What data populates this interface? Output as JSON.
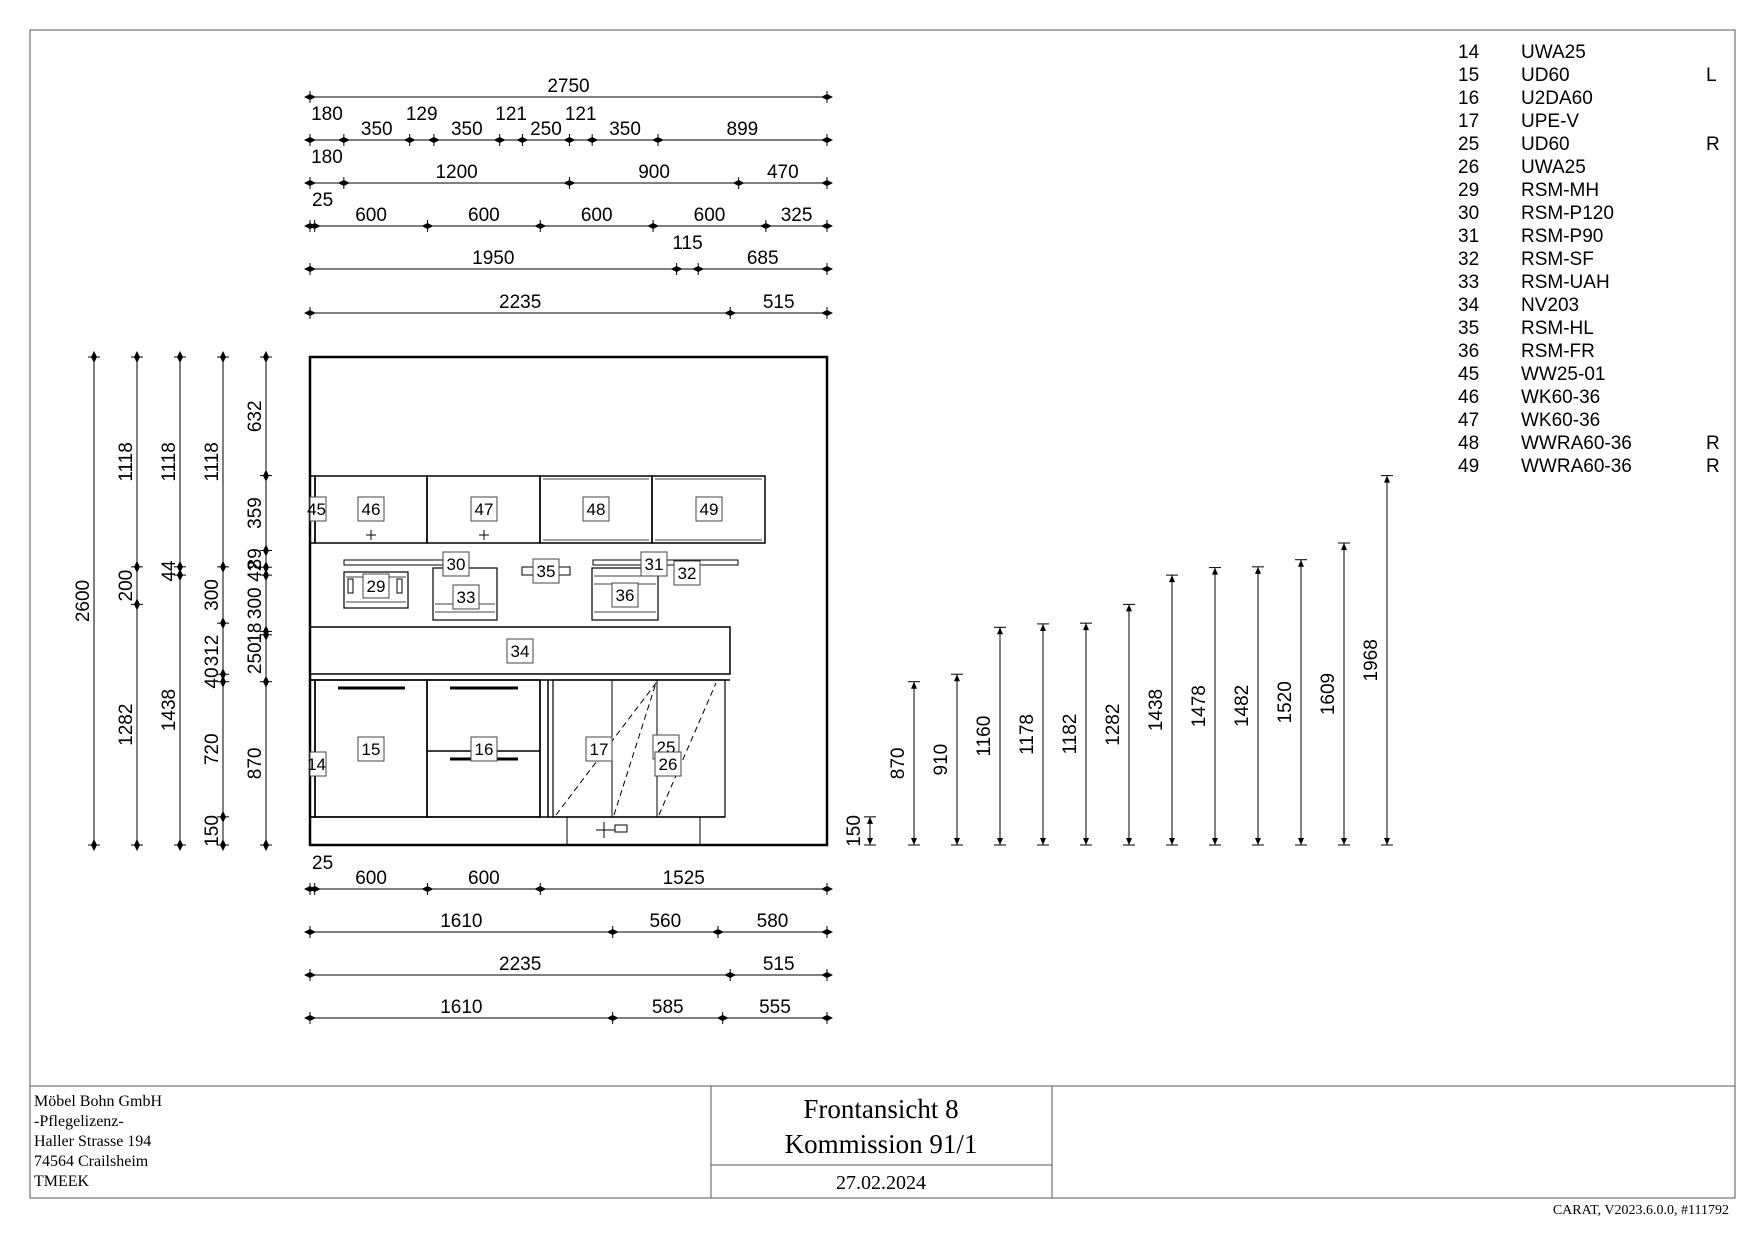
{
  "parts_list": [
    {
      "no": "14",
      "code": "UWA25",
      "side": ""
    },
    {
      "no": "15",
      "code": "UD60",
      "side": "L"
    },
    {
      "no": "16",
      "code": "U2DA60",
      "side": ""
    },
    {
      "no": "17",
      "code": "UPE-V",
      "side": ""
    },
    {
      "no": "25",
      "code": "UD60",
      "side": "R"
    },
    {
      "no": "26",
      "code": "UWA25",
      "side": ""
    },
    {
      "no": "29",
      "code": "RSM-MH",
      "side": ""
    },
    {
      "no": "30",
      "code": "RSM-P120",
      "side": ""
    },
    {
      "no": "31",
      "code": "RSM-P90",
      "side": ""
    },
    {
      "no": "32",
      "code": "RSM-SF",
      "side": ""
    },
    {
      "no": "33",
      "code": "RSM-UAH",
      "side": ""
    },
    {
      "no": "34",
      "code": "NV203",
      "side": ""
    },
    {
      "no": "35",
      "code": "RSM-HL",
      "side": ""
    },
    {
      "no": "36",
      "code": "RSM-FR",
      "side": ""
    },
    {
      "no": "45",
      "code": "WW25-01",
      "side": ""
    },
    {
      "no": "46",
      "code": "WK60-36",
      "side": ""
    },
    {
      "no": "47",
      "code": "WK60-36",
      "side": ""
    },
    {
      "no": "48",
      "code": "WWRA60-36",
      "side": "R"
    },
    {
      "no": "49",
      "code": "WWRA60-36",
      "side": "R"
    }
  ],
  "top_dims": [
    {
      "label": "2750",
      "ticks": [
        0,
        2750
      ],
      "labels": [
        {
          "t": "2750",
          "at": 1375
        }
      ]
    },
    {
      "label": "180 350 129 350 121 250 121 350 899",
      "ticks": [
        0,
        180,
        530,
        659,
        1009,
        1130,
        1380,
        1501,
        1851,
        2750
      ],
      "labels": [
        {
          "t": "180",
          "at": 90,
          "above": true
        },
        {
          "t": "350",
          "at": 355
        },
        {
          "t": "129",
          "at": 594,
          "above": true
        },
        {
          "t": "350",
          "at": 834
        },
        {
          "t": "121",
          "at": 1070,
          "above": true
        },
        {
          "t": "250",
          "at": 1255
        },
        {
          "t": "121",
          "at": 1440,
          "above": true
        },
        {
          "t": "350",
          "at": 1676
        },
        {
          "t": "899",
          "at": 2300
        }
      ]
    },
    {
      "label": "180 1200 900 470",
      "ticks": [
        0,
        180,
        1380,
        2280,
        2750
      ],
      "labels": [
        {
          "t": "180",
          "at": 90,
          "above": true
        },
        {
          "t": "1200",
          "at": 780
        },
        {
          "t": "900",
          "at": 1830
        },
        {
          "t": "470",
          "at": 2515
        }
      ]
    },
    {
      "label": "25 600 600 600 600 325",
      "ticks": [
        0,
        25,
        625,
        1225,
        1825,
        2425,
        2750
      ],
      "labels": [
        {
          "t": "25",
          "at": 0,
          "above": true
        },
        {
          "t": "600",
          "at": 325
        },
        {
          "t": "600",
          "at": 925
        },
        {
          "t": "600",
          "at": 1525
        },
        {
          "t": "600",
          "at": 2125
        },
        {
          "t": "325",
          "at": 2588
        }
      ]
    },
    {
      "label": "1950 115 685",
      "ticks": [
        0,
        1950,
        2065,
        2750
      ],
      "labels": [
        {
          "t": "1950",
          "at": 975
        },
        {
          "t": "115",
          "at": 2008,
          "above": true
        },
        {
          "t": "685",
          "at": 2408
        }
      ]
    },
    {
      "label": "2235 515",
      "ticks": [
        0,
        2235,
        2750
      ],
      "labels": [
        {
          "t": "2235",
          "at": 1118
        },
        {
          "t": "515",
          "at": 2493
        }
      ]
    }
  ],
  "bottom_dims": [
    {
      "label": "25 600 600 1525",
      "ticks": [
        0,
        25,
        625,
        1225,
        2750
      ],
      "labels": [
        {
          "t": "25",
          "at": 0,
          "above": true
        },
        {
          "t": "600",
          "at": 325
        },
        {
          "t": "600",
          "at": 925
        },
        {
          "t": "1525",
          "at": 1988
        }
      ]
    },
    {
      "label": "1610 560 580",
      "ticks": [
        0,
        1610,
        2170,
        2750
      ],
      "labels": [
        {
          "t": "1610",
          "at": 805
        },
        {
          "t": "560",
          "at": 1890
        },
        {
          "t": "580",
          "at": 2460
        }
      ]
    },
    {
      "label": "2235 515",
      "ticks": [
        0,
        2235,
        2750
      ],
      "labels": [
        {
          "t": "2235",
          "at": 1118
        },
        {
          "t": "515",
          "at": 2493
        }
      ]
    },
    {
      "label": "1610 585 555",
      "ticks": [
        0,
        1610,
        2195,
        2750
      ],
      "labels": [
        {
          "t": "1610",
          "at": 805
        },
        {
          "t": "585",
          "at": 1903
        },
        {
          "t": "555",
          "at": 2473
        }
      ]
    }
  ],
  "left_dims": [
    {
      "label": "2600",
      "ticks": [
        0,
        2600
      ],
      "labels": [
        {
          "t": "2600",
          "at": 1300
        }
      ]
    },
    {
      "label": "1282 200 1118",
      "ticks": [
        0,
        1282,
        1482,
        2600
      ],
      "labels": [
        {
          "t": "1282",
          "at": 641
        },
        {
          "t": "200",
          "at": 1382
        },
        {
          "t": "1118",
          "at": 2041
        }
      ]
    },
    {
      "label": "1438 44 1118",
      "ticks": [
        0,
        1438,
        1482,
        2600
      ],
      "labels": [
        {
          "t": "1438",
          "at": 719
        },
        {
          "t": "44",
          "at": 1460
        },
        {
          "t": "1118",
          "at": 2041
        }
      ]
    },
    {
      "label": "150 720 40 312 300 1118",
      "ticks": [
        0,
        150,
        870,
        910,
        1182,
        1482,
        2600
      ],
      "labels": [
        {
          "t": "150",
          "at": 75
        },
        {
          "t": "720",
          "at": 510
        },
        {
          "t": "40",
          "at": 890
        },
        {
          "t": "312",
          "at": 1036
        },
        {
          "t": "300",
          "at": 1332
        },
        {
          "t": "1118",
          "at": 2041
        }
      ]
    },
    {
      "label": "870 250 18 300 42 89 359 632",
      "ticks": [
        0,
        870,
        1120,
        1138,
        1438,
        1480,
        1569,
        1968,
        2600
      ],
      "labels": [
        {
          "t": "870",
          "at": 435
        },
        {
          "t": "250",
          "at": 995
        },
        {
          "t": "18",
          "at": 1129
        },
        {
          "t": "300",
          "at": 1288
        },
        {
          "t": "42",
          "at": 1459
        },
        {
          "t": "89",
          "at": 1525
        },
        {
          "t": "359",
          "at": 1769
        },
        {
          "t": "632",
          "at": 2284
        }
      ]
    }
  ],
  "height_dims": [
    {
      "label": "150",
      "value": 150
    },
    {
      "label": "870",
      "value": 870
    },
    {
      "label": "910",
      "value": 910
    },
    {
      "label": "1160",
      "value": 1160
    },
    {
      "label": "1178",
      "value": 1178
    },
    {
      "label": "1182",
      "value": 1182
    },
    {
      "label": "1282",
      "value": 1282
    },
    {
      "label": "1438",
      "value": 1438
    },
    {
      "label": "1478",
      "value": 1478
    },
    {
      "label": "1482",
      "value": 1482
    },
    {
      "label": "1520",
      "value": 1520
    },
    {
      "label": "1609",
      "value": 1609
    },
    {
      "label": "1968",
      "value": 1968
    }
  ],
  "item_tags": [
    "45",
    "46",
    "47",
    "48",
    "49",
    "30",
    "35",
    "31",
    "32",
    "29",
    "33",
    "36",
    "34",
    "14",
    "15",
    "16",
    "17",
    "25",
    "26"
  ],
  "title_block": {
    "company_lines": [
      "Möbel Bohn GmbH",
      "-Pflegelizenz-",
      "Haller Strasse 194",
      "74564 Crailsheim",
      "TMEEK"
    ],
    "title_line1": "Frontansicht 8",
    "title_line2": "Kommission 91/1",
    "date": "27.02.2024"
  },
  "footer": "CARAT,  V2023.6.0.0,  #111792"
}
